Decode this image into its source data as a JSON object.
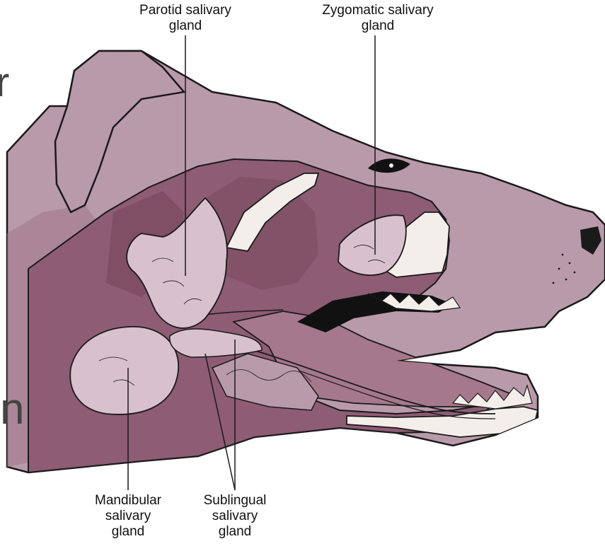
{
  "labels": {
    "parotid": "Parotid salivary\ngland",
    "zygomatic": "Zygomatic salivary\ngland",
    "mandibular": "Mandibular\nsalivary\ngland",
    "sublingual": "Sublingual\nsalivary\ngland"
  },
  "edge_fragments": {
    "top": "r",
    "bottom": "n"
  },
  "colors": {
    "skin": "#B99AAB",
    "skin_dark": "#9E7688",
    "cavity": "#8E5C74",
    "cavity_deep": "#6E3E55",
    "gland": "#D8C1CC",
    "bone": "#F4EEEA",
    "outline": "#1A1A1A"
  }
}
